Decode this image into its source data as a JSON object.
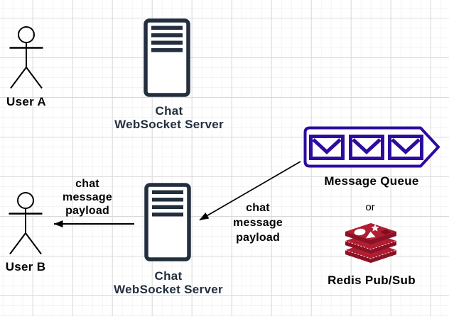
{
  "diagram": {
    "nodes": {
      "user_a": {
        "label": "User A"
      },
      "chat_server_top": {
        "label_lines": [
          "Chat",
          "WebSocket Server"
        ]
      },
      "message_queue": {
        "label": "Message Queue"
      },
      "alternative": {
        "label": "or"
      },
      "redis": {
        "label": "Redis Pub/Sub"
      },
      "user_b": {
        "label": "User B"
      },
      "chat_server_bottom": {
        "label_lines": [
          "Chat",
          "WebSocket Server"
        ]
      }
    },
    "edges": [
      {
        "from": "message_queue",
        "to": "chat_server_bottom",
        "label_lines": [
          "chat",
          "message",
          "payload"
        ]
      },
      {
        "from": "chat_server_bottom",
        "to": "user_b",
        "label_lines": [
          "chat",
          "message",
          "payload"
        ]
      }
    ],
    "colors": {
      "server_icon": "#232F3E",
      "queue_icon": "#2E0B9E",
      "redis_red": "#B11E31",
      "redis_dark_red": "#8A1126",
      "arrow": "#000000",
      "text": "#000000",
      "grid_major": "#d9d9d9",
      "grid_minor": "#f3f3f3",
      "background": "#ffffff"
    }
  }
}
